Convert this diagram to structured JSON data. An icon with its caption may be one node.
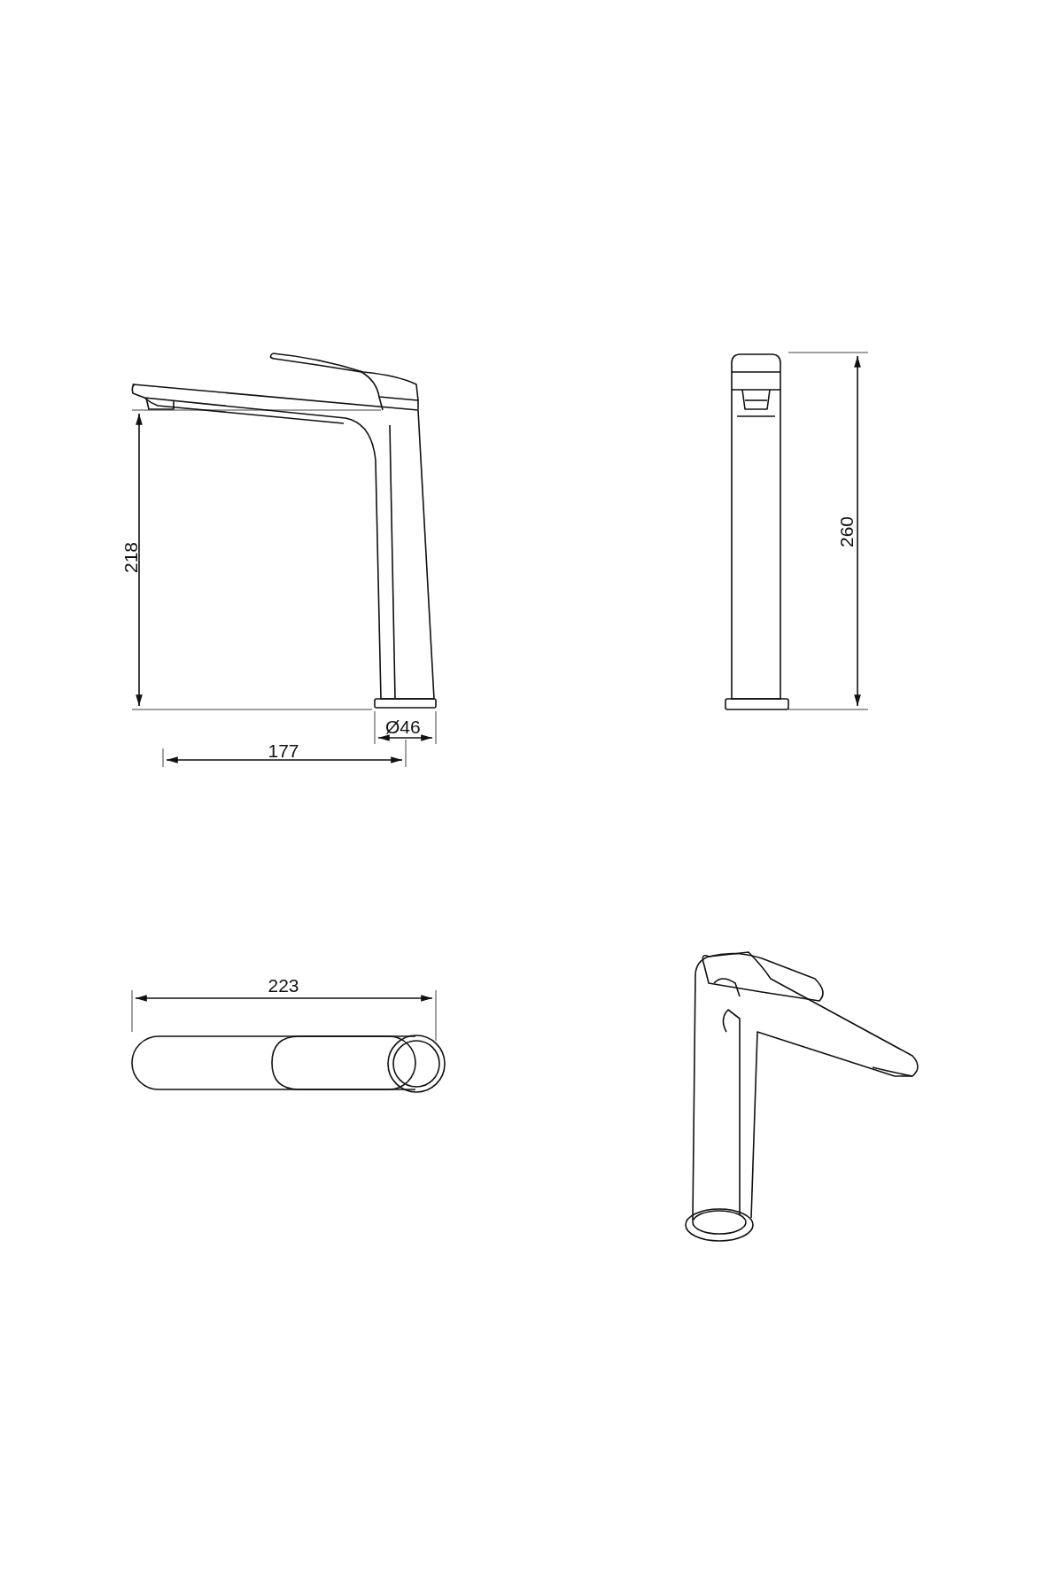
{
  "diagram": {
    "labels": [
      "218",
      "260",
      "Ø46",
      "177",
      "223"
    ]
  }
}
